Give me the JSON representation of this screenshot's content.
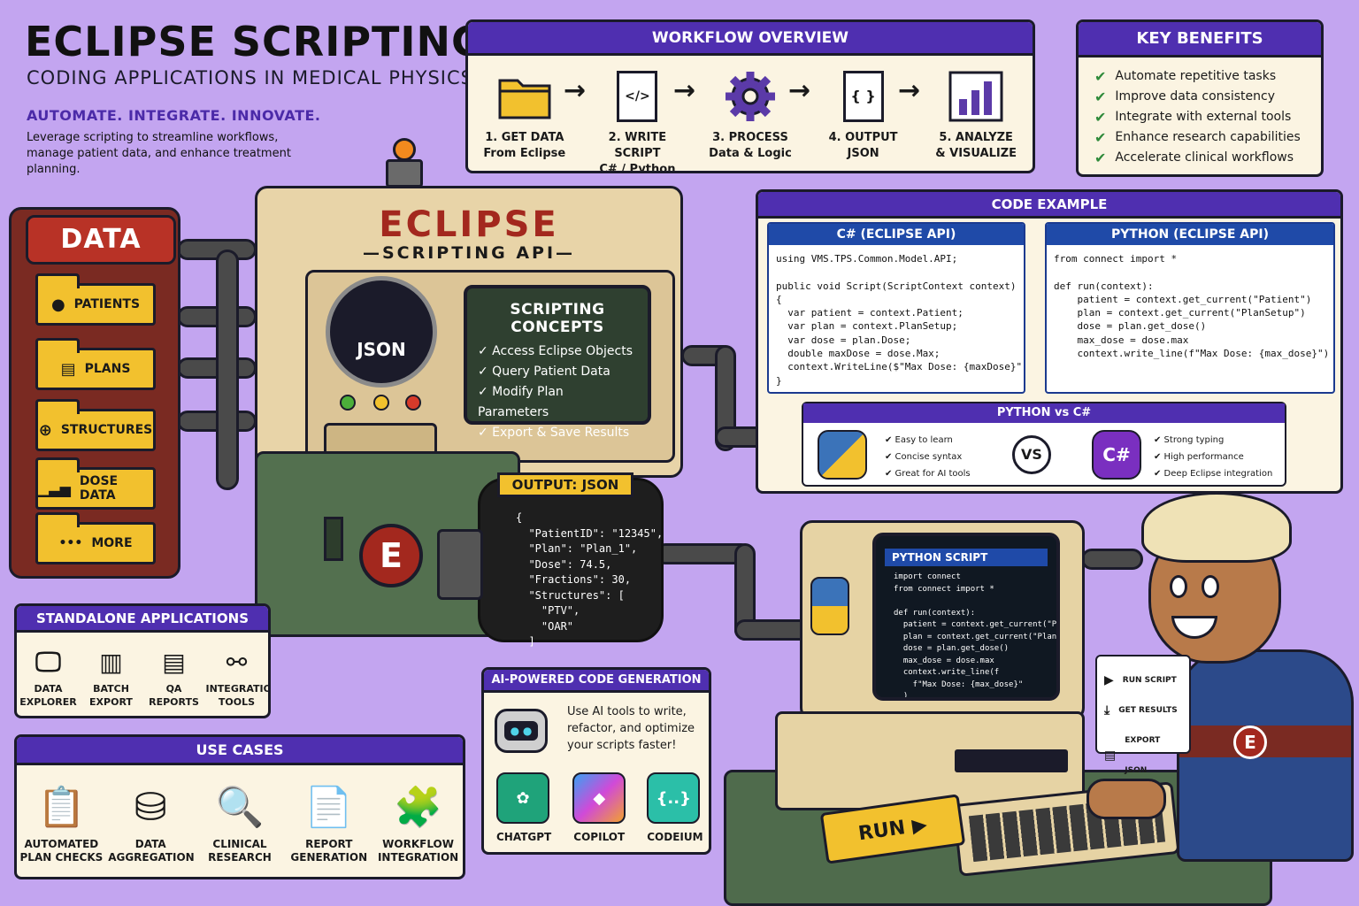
{
  "header": {
    "title": "ECLIPSE SCRIPTING API",
    "subtitle": "CODING APPLICATIONS IN MEDICAL PHYSICS",
    "tagline": "AUTOMATE. INTEGRATE. INNOVATE.",
    "description": "Leverage scripting to streamline workflows, manage patient data, and enhance treatment planning."
  },
  "workflow": {
    "title": "WORKFLOW OVERVIEW",
    "steps": [
      {
        "line1": "1. GET DATA",
        "line2": "From Eclipse",
        "icon": "folder-icon"
      },
      {
        "line1": "2. WRITE SCRIPT",
        "line2": "C# / Python",
        "icon": "code-file-icon"
      },
      {
        "line1": "3. PROCESS",
        "line2": "Data & Logic",
        "icon": "gear-icon"
      },
      {
        "line1": "4. OUTPUT",
        "line2": "JSON",
        "icon": "json-file-icon"
      },
      {
        "line1": "5. ANALYZE",
        "line2": "& VISUALIZE",
        "icon": "bar-chart-icon"
      }
    ],
    "arrow": "→",
    "file_code": "</>",
    "file_json": "{ }"
  },
  "benefits": {
    "title": "KEY BENEFITS",
    "check": "✔",
    "items": [
      "Automate repetitive tasks",
      "Improve data consistency",
      "Integrate with external tools",
      "Enhance research capabilities",
      "Accelerate clinical workflows"
    ]
  },
  "data_cabinet": {
    "title": "DATA",
    "folders": [
      "PATIENTS",
      "PLANS",
      "STRUCTURES",
      "DOSE DATA",
      "MORE"
    ],
    "more_dots": "•••"
  },
  "machine": {
    "name": "ECLIPSE",
    "sub": "—SCRIPTING API—",
    "gauge_label": "JSON",
    "badge": "E",
    "concepts_title": "SCRIPTING CONCEPTS",
    "concepts": [
      "✓ Access Eclipse Objects",
      "✓ Query Patient Data",
      "✓ Modify Plan Parameters",
      "✓ Export & Save Results"
    ],
    "output_label": "OUTPUT: JSON",
    "json_lines": [
      "{",
      "  \"PatientID\": \"12345\",",
      "  \"Plan\": \"Plan_1\",",
      "  \"Dose\": 74.5,",
      "  \"Fractions\": 30,",
      "  \"Structures\": [",
      "    \"PTV\",",
      "    \"OAR\"",
      "  ]"
    ]
  },
  "code_example": {
    "title": "CODE EXAMPLE",
    "csharp_title": "C#  (ECLIPSE API)",
    "csharp": [
      "using VMS.TPS.Common.Model.API;",
      "",
      "public void Script(ScriptContext context)",
      "{",
      "  var patient = context.Patient;",
      "  var plan = context.PlanSetup;",
      "  var dose = plan.Dose;",
      "  double maxDose = dose.Max;",
      "  context.WriteLine($\"Max Dose: {maxDose}\");",
      "}"
    ],
    "python_title": "PYTHON (ECLIPSE API)",
    "python": [
      "from connect import *",
      "",
      "def run(context):",
      "    patient = context.get_current(\"Patient\")",
      "    plan = context.get_current(\"PlanSetup\")",
      "    dose = plan.get_dose()",
      "    max_dose = dose.max",
      "    context.write_line(f\"Max Dose: {max_dose}\")"
    ]
  },
  "comparison": {
    "title": "PYTHON vs C#",
    "vs": "VS",
    "python_points": [
      "✔ Easy to learn",
      "✔ Concise syntax",
      "✔ Great for AI tools"
    ],
    "csharp_points": [
      "✔ Strong typing",
      "✔ High performance",
      "✔ Deep Eclipse integration"
    ],
    "csharp_logo": "C#"
  },
  "standalone": {
    "title": "STANDALONE APPLICATIONS",
    "items": [
      [
        "DATA",
        "EXPLORER"
      ],
      [
        "BATCH",
        "EXPORT"
      ],
      [
        "QA",
        "REPORTS"
      ],
      [
        "INTEGRATION",
        "TOOLS"
      ]
    ]
  },
  "use_cases": {
    "title": "USE CASES",
    "items": [
      [
        "AUTOMATED",
        "PLAN CHECKS"
      ],
      [
        "DATA",
        "AGGREGATION"
      ],
      [
        "CLINICAL",
        "RESEARCH"
      ],
      [
        "REPORT",
        "GENERATION"
      ],
      [
        "WORKFLOW",
        "INTEGRATION"
      ]
    ]
  },
  "ai": {
    "title": "AI-POWERED CODE GENERATION",
    "text": "Use AI tools to write, refactor, and optimize your scripts faster!",
    "tools": [
      "CHATGPT",
      "COPILOT",
      "CODEIUM"
    ],
    "codeium_glyph": "{..}"
  },
  "computer": {
    "screen_title": "PYTHON SCRIPT",
    "code": [
      "import connect",
      "from connect import *",
      "",
      "def run(context):",
      "  patient = context.get_current(\"Patient\")",
      "  plan = context.get_current(\"PlanSetup\")",
      "  dose = plan.get_dose()",
      "  max_dose = dose.max",
      "  context.write_line(f",
      "    f\"Max Dose: {max_dose}\"",
      "  )"
    ],
    "run_label": "RUN",
    "run_arrow": "▶",
    "menu": [
      "RUN SCRIPT",
      "GET RESULTS",
      "EXPORT JSON"
    ],
    "shirt_badge": "E"
  }
}
